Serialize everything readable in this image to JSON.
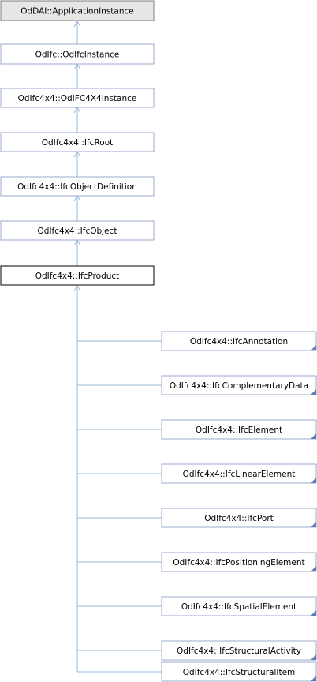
{
  "colors": {
    "edge": "#9ab8d8",
    "node_fill": "#ffffff",
    "node_border": "#9aaacb",
    "base_fill": "#e6e6e6",
    "base_border": "#808080",
    "focus_border": "#000000",
    "corner_marker": "#5c7db5"
  },
  "nodes": {
    "application_instance": "OdDAI::ApplicationInstance",
    "odifc_instance": "OdIfc::OdIfcInstance",
    "ifc4x4_instance": "OdIfc4x4::OdIFC4X4Instance",
    "ifc_root": "OdIfc4x4::IfcRoot",
    "ifc_object_definition": "OdIfc4x4::IfcObjectDefinition",
    "ifc_object": "OdIfc4x4::IfcObject",
    "ifc_product": "OdIfc4x4::IfcProduct",
    "ifc_annotation": "OdIfc4x4::IfcAnnotation",
    "ifc_complementary_data": "OdIfc4x4::IfcComplementaryData",
    "ifc_element": "OdIfc4x4::IfcElement",
    "ifc_linear_element": "OdIfc4x4::IfcLinearElement",
    "ifc_port": "OdIfc4x4::IfcPort",
    "ifc_positioning_element": "OdIfc4x4::IfcPositioningElement",
    "ifc_spatial_element": "OdIfc4x4::IfcSpatialElement",
    "ifc_structural_activity": "OdIfc4x4::IfcStructuralActivity",
    "ifc_structural_item": "OdIfc4x4::IfcStructuralItem"
  }
}
